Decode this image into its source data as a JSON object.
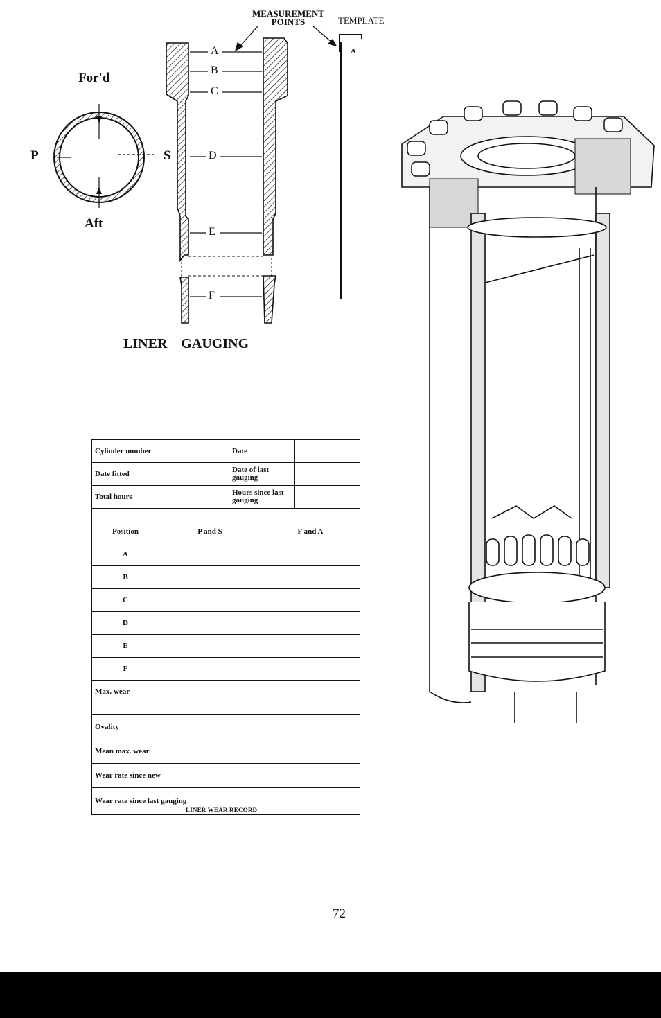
{
  "diagram": {
    "measurement_points_label": [
      "MEASUREMENT",
      "POINTS"
    ],
    "template_label": "TEMPLATE",
    "template_point": "A",
    "points": [
      "A",
      "B",
      "C",
      "D",
      "E",
      "F"
    ],
    "directions": {
      "forward": "For'd",
      "aft": "Aft",
      "port": "P",
      "starboard": "S"
    },
    "title": "LINER    GAUGING"
  },
  "record": {
    "header_rows": [
      {
        "label": "Cylinder number",
        "label2": "Date"
      },
      {
        "label": "Date fitted",
        "label2": "Date of last gauging"
      },
      {
        "label": "Total hours",
        "label2": "Hours since last gauging"
      }
    ],
    "columns": [
      "Position",
      "P and S",
      "F and A"
    ],
    "positions": [
      "A",
      "B",
      "C",
      "D",
      "E",
      "F",
      "Max. wear"
    ],
    "summary_rows": [
      "Ovality",
      "Mean max. wear",
      "Wear rate since new",
      "Wear rate since last gauging"
    ],
    "caption": "LINER WEAR RECORD"
  },
  "page_number": "72"
}
